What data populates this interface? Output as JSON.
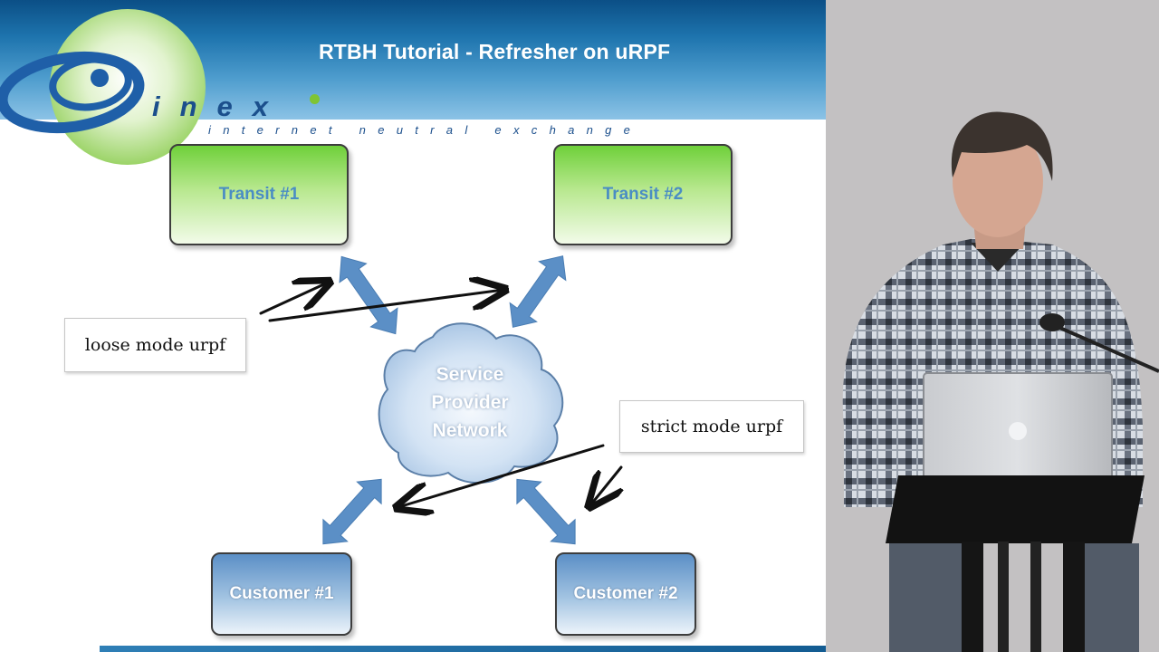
{
  "slide": {
    "title": "RTBH Tutorial - Refresher on uRPF",
    "logo": {
      "wordmark": "inex",
      "tagline": "internet neutral exchange"
    }
  },
  "diagram": {
    "nodes": {
      "transit1": "Transit #1",
      "transit2": "Transit #2",
      "customer1": "Customer #1",
      "customer2": "Customer #2",
      "cloud": [
        "Service",
        "Provider",
        "Network"
      ]
    },
    "callouts": {
      "loose": "loose mode urpf",
      "strict": "strict mode urpf"
    }
  },
  "colors": {
    "header_dark": "#0b4f86",
    "header_light": "#8cc3e6",
    "transit_green": "#6fd03a",
    "customer_blue": "#5b8fc6",
    "arrow_blue": "#5b8fc6",
    "cloud_blue": "#b9d3ec"
  }
}
